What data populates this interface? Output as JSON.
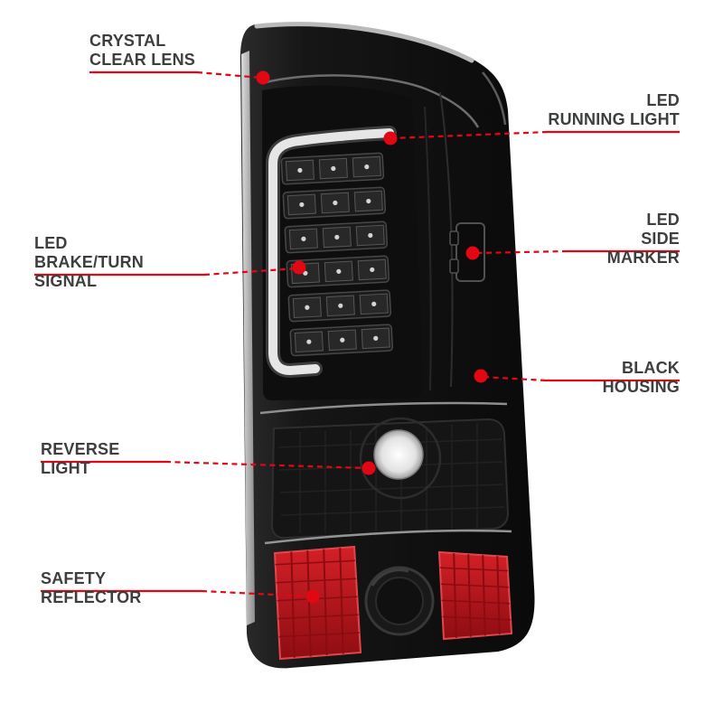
{
  "colors": {
    "callout_red": "#e30613",
    "label_text": "#3e3e3e",
    "background": "#ffffff",
    "housing_black": "#141414",
    "reflector_red": "#c01318",
    "chrome_gray": "#a9a9a9",
    "led_bar_white": "#e4e4e4"
  },
  "callouts": {
    "crystal_clear_lens": {
      "text": "CRYSTAL\nCLEAR LENS"
    },
    "led_running_light": {
      "text": "LED\nRUNNING LIGHT"
    },
    "led_side_marker": {
      "text": "LED\nSIDE MARKER"
    },
    "led_brake_turn_signal": {
      "text": "LED\nBRAKE/TURN SIGNAL"
    },
    "black_housing": {
      "text": "BLACK HOUSING"
    },
    "reverse_light": {
      "text": "REVERSE LIGHT"
    },
    "safety_reflector": {
      "text": "SAFETY REFLECTOR"
    }
  }
}
